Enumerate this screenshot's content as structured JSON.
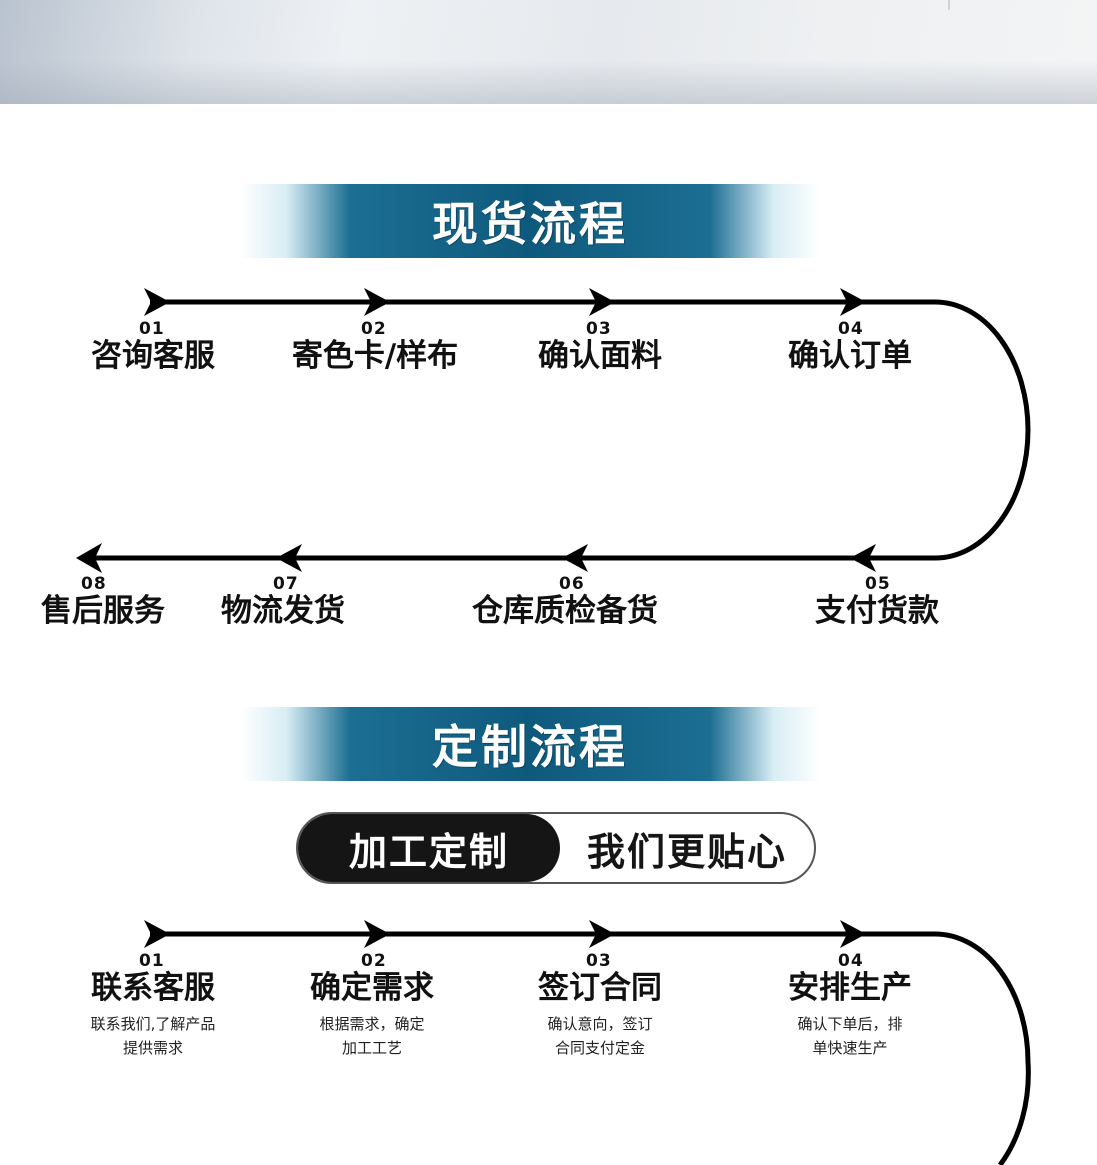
{
  "stock_flow": {
    "heading": "现货流程",
    "steps": [
      {
        "num": "01",
        "title": "咨询客服"
      },
      {
        "num": "02",
        "title": "寄色卡/样布"
      },
      {
        "num": "03",
        "title": "确认面料"
      },
      {
        "num": "04",
        "title": "确认订单"
      },
      {
        "num": "05",
        "title": "支付货款"
      },
      {
        "num": "06",
        "title": "仓库质检备货"
      },
      {
        "num": "07",
        "title": "物流发货"
      },
      {
        "num": "08",
        "title": "售后服务"
      }
    ]
  },
  "custom_flow": {
    "heading": "定制流程",
    "slogan_dark": "加工定制",
    "slogan_light": "我们更贴心",
    "steps": [
      {
        "num": "01",
        "title": "联系客服",
        "desc": "联系我们,了解产品\n提供需求"
      },
      {
        "num": "02",
        "title": "确定需求",
        "desc": "根据需求，确定\n加工工艺"
      },
      {
        "num": "03",
        "title": "签订合同",
        "desc": "确认意向，签订\n合同支付定金"
      },
      {
        "num": "04",
        "title": "安排生产",
        "desc": "确认下单后，排\n单快速生产"
      }
    ]
  }
}
